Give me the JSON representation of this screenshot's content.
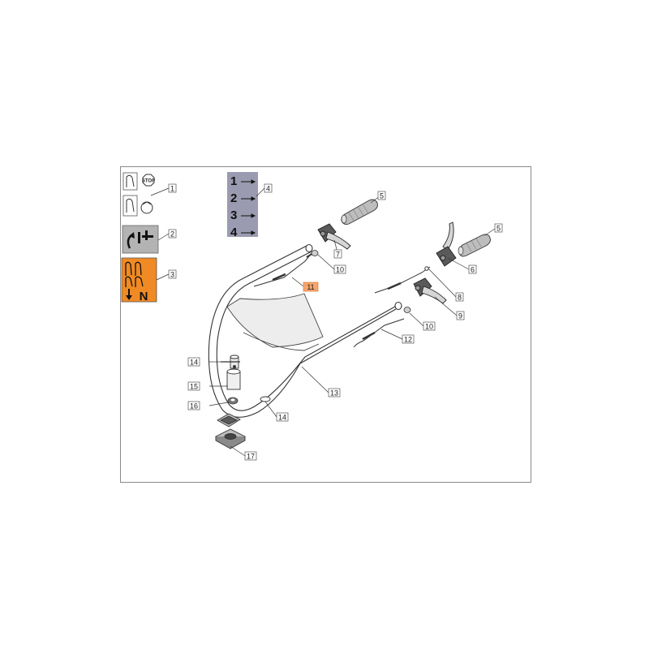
{
  "diagram": {
    "callouts": [
      {
        "id": "c1",
        "text": "1"
      },
      {
        "id": "c2",
        "text": "2"
      },
      {
        "id": "c3",
        "text": "3"
      },
      {
        "id": "c4",
        "text": "4"
      },
      {
        "id": "c5a",
        "text": "5"
      },
      {
        "id": "c5b",
        "text": "5"
      },
      {
        "id": "c6",
        "text": "6"
      },
      {
        "id": "c7",
        "text": "7"
      },
      {
        "id": "c8",
        "text": "8"
      },
      {
        "id": "c9",
        "text": "9"
      },
      {
        "id": "c10a",
        "text": "10"
      },
      {
        "id": "c10b",
        "text": "10"
      },
      {
        "id": "c11",
        "text": "11",
        "highlighted": true
      },
      {
        "id": "c12",
        "text": "12"
      },
      {
        "id": "c13",
        "text": "13"
      },
      {
        "id": "c14a",
        "text": "14"
      },
      {
        "id": "c14b",
        "text": "14"
      },
      {
        "id": "c15",
        "text": "15"
      },
      {
        "id": "c16",
        "text": "16"
      },
      {
        "id": "c17",
        "text": "17"
      }
    ],
    "gear_labels": [
      "1",
      "2",
      "3",
      "4"
    ],
    "stop_sign_text": "STOP",
    "neutral_label": "N",
    "colors": {
      "highlight": "#f5a46b",
      "orange_icon": "#f08a24",
      "gray_icon": "#b3b3b3",
      "gear_panel": "#9a9ab0",
      "line": "#333333"
    }
  }
}
